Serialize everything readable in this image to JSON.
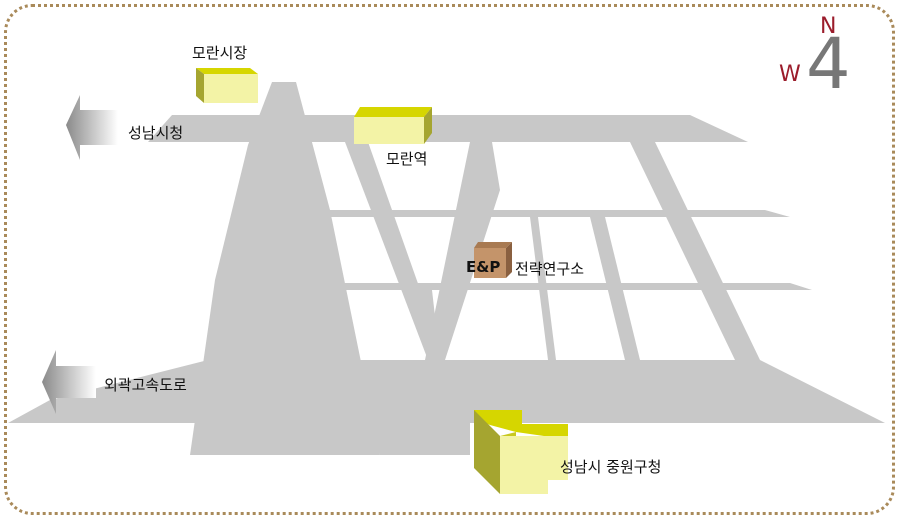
{
  "labels": {
    "moran_market": "모란시장",
    "seongnam_city_hall": "성남시청",
    "moran_station": "모란역",
    "ep_mark": "E&P",
    "ep_lab": "전략연구소",
    "ring_expressway": "외곽고속도로",
    "jungwon_office": "성남시  중원구청"
  },
  "compass": {
    "north": "N",
    "west": "W",
    "number": "4"
  },
  "colors": {
    "road": "#c8c8c8",
    "building_top": "#d6d600",
    "building_front": "#f3f3a6",
    "building_side": "#a5a530",
    "lab_front": "#c4946a",
    "lab_top": "#a87a52",
    "frame": "#a98a5a",
    "compass_letters": "#9b1c2b"
  }
}
